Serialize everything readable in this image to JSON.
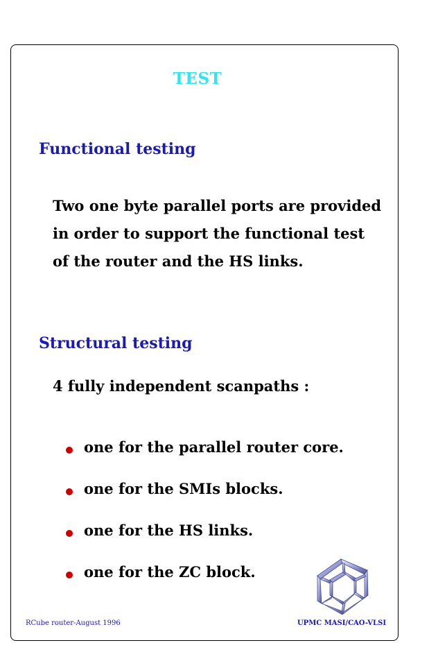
{
  "slide": {
    "title": "TEST",
    "sections": {
      "functional": {
        "heading": "Functional testing",
        "paragraph": "Two one byte parallel ports are provided in order to support the functional test of the router and the HS links."
      },
      "structural": {
        "heading": "Structural testing",
        "paragraph": "4 fully independent scanpaths :",
        "bullets": [
          "one for the parallel router core.",
          "one for the SMIs blocks.",
          "one for the HS links.",
          "one for the ZC block."
        ]
      }
    },
    "footer": {
      "left": "RCube router-August 1996",
      "right": "UPMC MASI/CAO-VLSI"
    },
    "logo_icon": "rcube-hypercube-logo-icon"
  },
  "colors": {
    "title": "#2ee6ee",
    "heading": "#1a1ab4",
    "bullet": "#cc0000",
    "footer": "#1a1ab4"
  }
}
